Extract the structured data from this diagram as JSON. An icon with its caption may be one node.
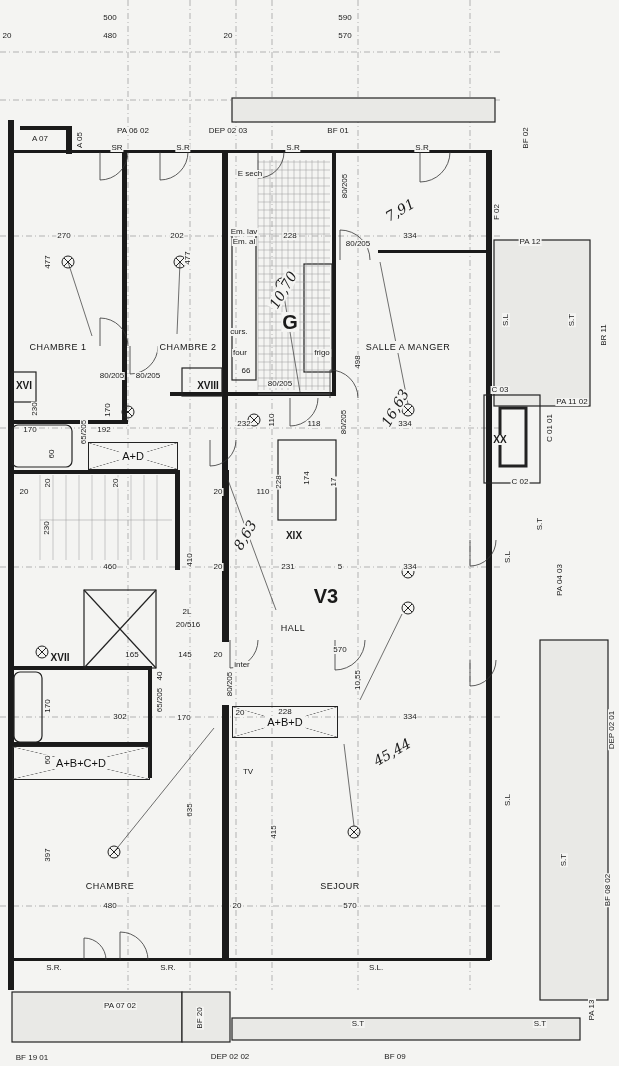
{
  "diagram": {
    "nodes": [
      {
        "text": [
          "CHAMBRE 1"
        ]
      },
      {
        "text": [
          "CHAMBRE 2"
        ]
      },
      {
        "text": [
          "SALLE A MANGER"
        ]
      },
      {
        "text": [
          "A+D"
        ]
      },
      {
        "text": [
          "HALL"
        ]
      },
      {
        "text": [
          "A+B+D"
        ]
      },
      {
        "text": [
          "A+B+C+D"
        ]
      },
      {
        "text": [
          "CHAMBRE"
        ]
      },
      {
        "text": [
          "SEJOUR"
        ]
      }
    ],
    "edges": [],
    "labels": [
      "500",
      "590",
      "20",
      "480",
      "20",
      "570",
      "A 07",
      "PA 06 02",
      "DEP 02 03",
      "BF 01",
      "A 05",
      "SR",
      "S.R",
      "S.R",
      "S.R",
      "BF 02",
      "E sech",
      "80/205",
      "7,91",
      "F 02",
      "270",
      "202",
      "Em. lav",
      "Em. al",
      "228",
      "334",
      "477",
      "477",
      "PA 12",
      "80/205",
      "10,70",
      "G",
      "curs.",
      "four",
      "frigo",
      "S.L",
      "S.T",
      "BR 11",
      "498",
      "XVI",
      "XVIII",
      "80/205",
      "80/205",
      "66",
      "80/205",
      "16,63",
      "C 03",
      "PA 11 02",
      "230",
      "170",
      "170",
      "65/205",
      "192",
      "232",
      "110",
      "118",
      "80/205",
      "334",
      "C 01 01",
      "60",
      "XX",
      "C 02",
      "20",
      "20",
      "20",
      "20",
      "110",
      "228",
      "174",
      "17",
      "XIX",
      "8,63",
      "230",
      "410",
      "460",
      "20",
      "231",
      "5",
      "334",
      "S.L",
      "S.T",
      "PA 04 03",
      "V3",
      "2L",
      "20/516",
      "165",
      "145",
      "20",
      "570",
      "inter",
      "XVII",
      "40",
      "65/205",
      "170",
      "302",
      "170",
      "80/205",
      "20",
      "228",
      "10,55",
      "334",
      "60",
      "45,44",
      "TV",
      "DEP 02 01",
      "635",
      "415",
      "S.L",
      "397",
      "S.T",
      "BF 08 02",
      "480",
      "20",
      "570",
      "S.R.",
      "S.R.",
      "S.L.",
      "PA 07 02",
      "BF 20",
      "PA 13",
      "S.T",
      "S.T",
      "BF 19 01",
      "DEP 02 02",
      "BF 09"
    ]
  }
}
